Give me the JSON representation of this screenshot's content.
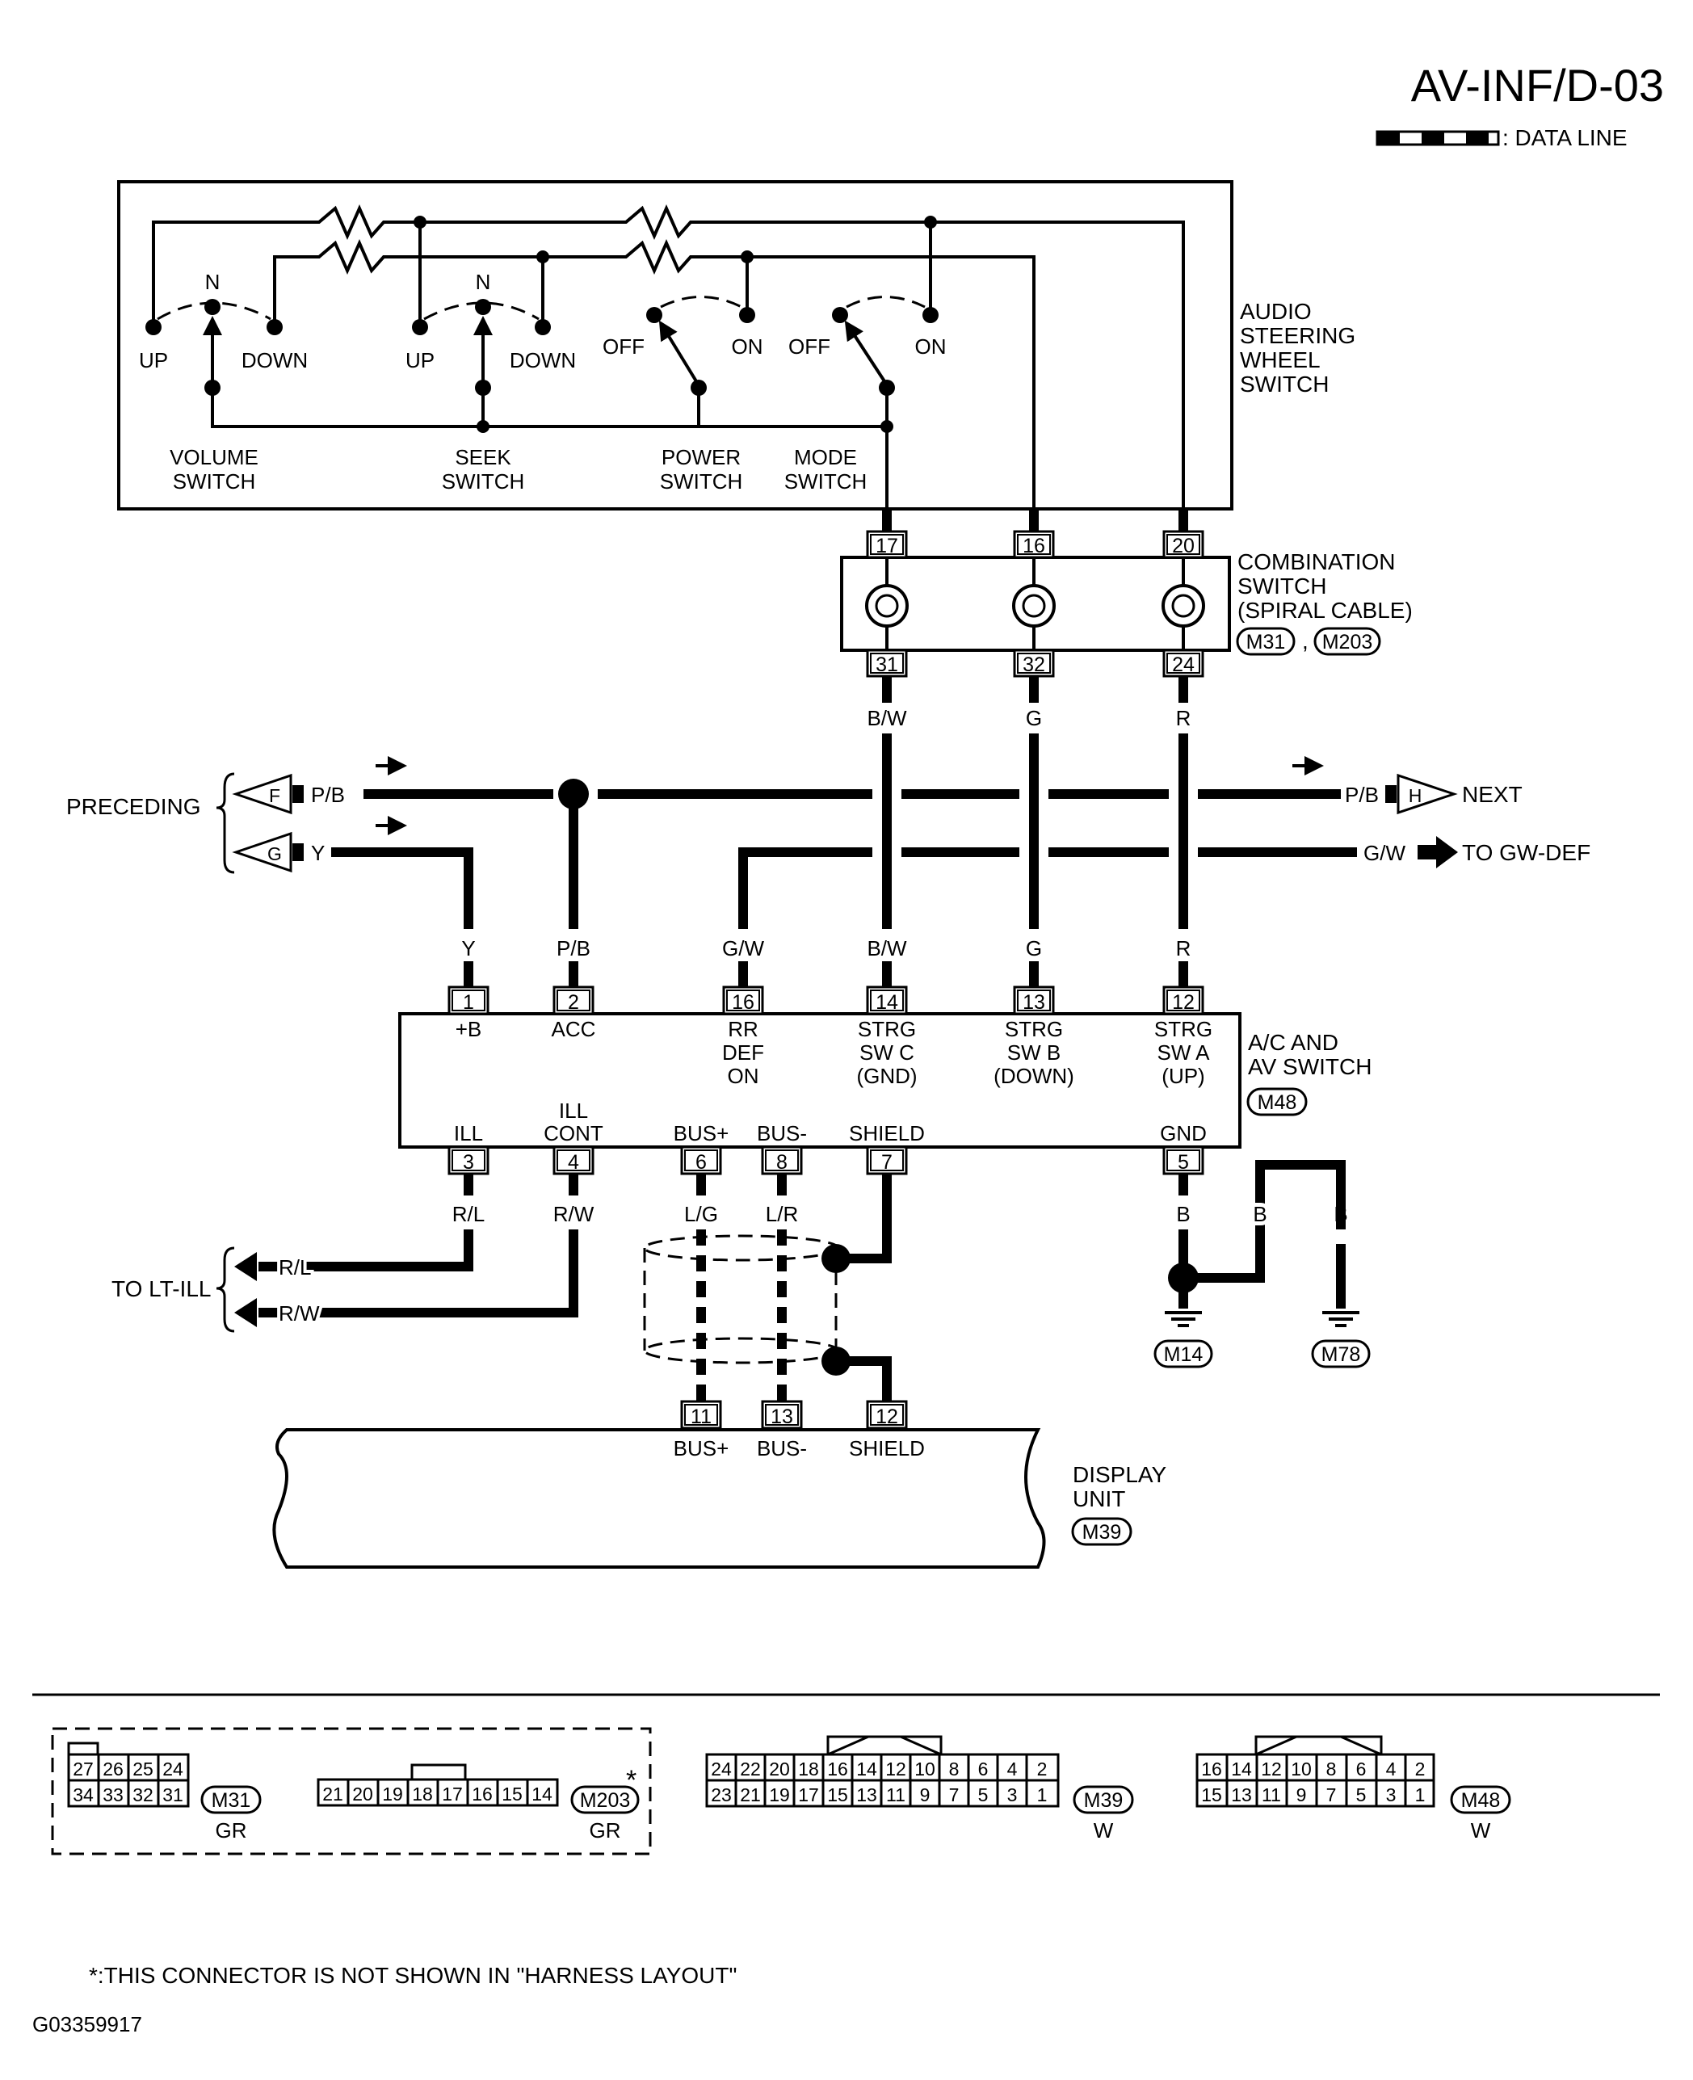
{
  "header": {
    "title": "AV-INF/D-03",
    "legend": ": DATA LINE"
  },
  "switches": {
    "box_label": [
      "AUDIO",
      "STEERING",
      "WHEEL",
      "SWITCH"
    ],
    "volume": {
      "label": [
        "VOLUME",
        "SWITCH"
      ],
      "n": "N",
      "up": "UP",
      "down": "DOWN"
    },
    "seek": {
      "label": [
        "SEEK",
        "SWITCH"
      ],
      "n": "N",
      "up": "UP",
      "down": "DOWN"
    },
    "power": {
      "label": [
        "POWER",
        "SWITCH"
      ],
      "off": "OFF",
      "on": "ON"
    },
    "mode": {
      "label": [
        "MODE",
        "SWITCH"
      ],
      "off": "OFF",
      "on": "ON"
    }
  },
  "combination_switch": {
    "label": [
      "COMBINATION",
      "SWITCH",
      "(SPIRAL CABLE)"
    ],
    "connectors": [
      "M31",
      "M203"
    ],
    "sep": ",",
    "top_pins": [
      "17",
      "16",
      "20"
    ],
    "bottom_pins": [
      "31",
      "32",
      "24"
    ],
    "wire_colors": [
      "B/W",
      "G",
      "R"
    ]
  },
  "harness": {
    "preceding": "PRECEDING",
    "next": "NEXT",
    "to_gwdef": "TO GW-DEF",
    "to_ltill": "TO LT-ILL",
    "conn_f": "F",
    "conn_g": "G",
    "conn_h": "H",
    "pb": "P/B",
    "y": "Y",
    "gw": "G/W",
    "rl": "R/L",
    "rw": "R/W"
  },
  "ac_av_switch": {
    "label": [
      "A/C AND",
      "AV SWITCH"
    ],
    "connector": "M48",
    "top_pins": [
      {
        "pin": "1",
        "wire": "Y",
        "func": [
          "+B"
        ]
      },
      {
        "pin": "2",
        "wire": "P/B",
        "func": [
          "ACC"
        ]
      },
      {
        "pin": "16",
        "wire": "G/W",
        "func": [
          "RR",
          "DEF",
          "ON"
        ]
      },
      {
        "pin": "14",
        "wire": "B/W",
        "func": [
          "STRG",
          "SW C",
          "(GND)"
        ]
      },
      {
        "pin": "13",
        "wire": "G",
        "func": [
          "STRG",
          "SW B",
          "(DOWN)"
        ]
      },
      {
        "pin": "12",
        "wire": "R",
        "func": [
          "STRG",
          "SW A",
          "(UP)"
        ]
      }
    ],
    "bottom_pins": [
      {
        "pin": "3",
        "wire": "R/L",
        "func": [
          "ILL"
        ]
      },
      {
        "pin": "4",
        "wire": "R/W",
        "func": [
          "ILL",
          "CONT"
        ]
      },
      {
        "pin": "6",
        "wire": "L/G",
        "func": [
          "BUS+"
        ]
      },
      {
        "pin": "8",
        "wire": "L/R",
        "func": [
          "BUS-"
        ]
      },
      {
        "pin": "7",
        "wire": "",
        "func": [
          "SHIELD"
        ]
      },
      {
        "pin": "5",
        "wire": "B",
        "func": [
          "GND"
        ]
      }
    ]
  },
  "ground": {
    "wire": "B",
    "m14": "M14",
    "m78": "M78"
  },
  "display_unit": {
    "label": [
      "DISPLAY",
      "UNIT"
    ],
    "connector": "M39",
    "pins": [
      {
        "pin": "11",
        "func": "BUS+"
      },
      {
        "pin": "13",
        "func": "BUS-"
      },
      {
        "pin": "12",
        "func": "SHIELD"
      }
    ]
  },
  "connector_views": {
    "m31": {
      "id": "M31",
      "color": "GR",
      "rows": [
        [
          "27",
          "26",
          "25",
          "24"
        ],
        [
          "34",
          "33",
          "32",
          "31"
        ]
      ]
    },
    "m203": {
      "id": "M203",
      "color": "GR",
      "star": "*",
      "row": [
        "21",
        "20",
        "19",
        "18",
        "17",
        "16",
        "15",
        "14"
      ]
    },
    "m39": {
      "id": "M39",
      "color": "W",
      "rows": [
        [
          "24",
          "22",
          "20",
          "18",
          "16",
          "14",
          "12",
          "10",
          "8",
          "6",
          "4",
          "2"
        ],
        [
          "23",
          "21",
          "19",
          "17",
          "15",
          "13",
          "11",
          "9",
          "7",
          "5",
          "3",
          "1"
        ]
      ]
    },
    "m48": {
      "id": "M48",
      "color": "W",
      "rows": [
        [
          "16",
          "14",
          "12",
          "10",
          "8",
          "6",
          "4",
          "2"
        ],
        [
          "15",
          "13",
          "11",
          "9",
          "7",
          "5",
          "3",
          "1"
        ]
      ]
    }
  },
  "footnote": "*:THIS CONNECTOR IS NOT SHOWN IN \"HARNESS LAYOUT\"",
  "figure_id": "G03359917"
}
